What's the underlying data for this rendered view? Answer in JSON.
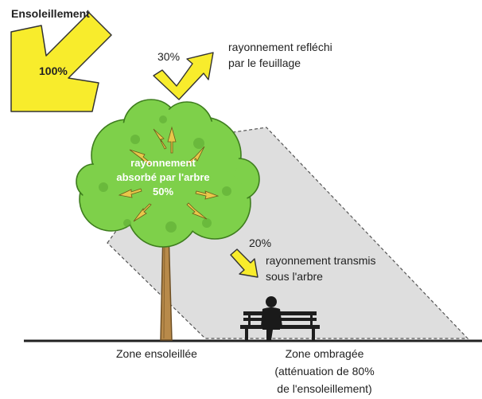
{
  "title": "Ensoleillement",
  "incoming": {
    "percent": "100%"
  },
  "reflected": {
    "percent": "30%",
    "line1": "rayonnement refléchi",
    "line2": "par le feuillage"
  },
  "absorbed": {
    "line1": "rayonnement",
    "line2": "absorbé par l'arbre",
    "percent": "50%"
  },
  "transmitted": {
    "percent": "20%",
    "line1": "rayonnement transmis",
    "line2": "sous l'arbre"
  },
  "zones": {
    "sunny": "Zone ensoleillée",
    "shade_line1": "Zone ombragée",
    "shade_line2": "(atténuation de 80%",
    "shade_line3": "de l'ensoleillement)"
  },
  "colors": {
    "arrow_yellow": "#f8ec2c",
    "foliage_green": "#7ed04a",
    "shadow_gray": "#dcdcdc",
    "trunk_brown": "#b88a4a"
  }
}
